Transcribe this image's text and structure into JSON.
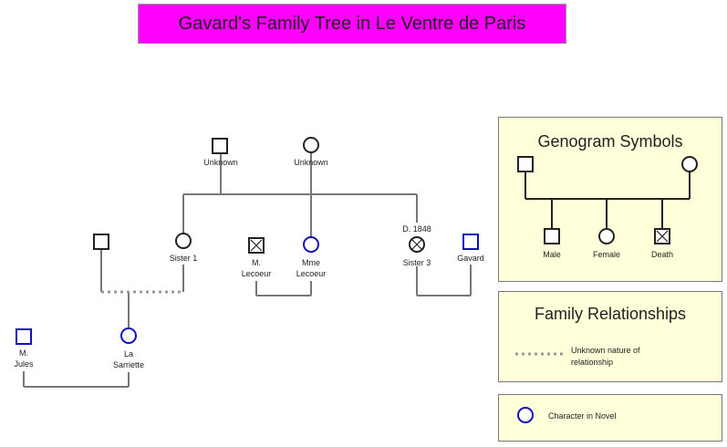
{
  "title": "Gavard's Family Tree in Le Ventre de Paris",
  "colors": {
    "title_bg": "#ff00ff",
    "panel_bg": "#ffffd9",
    "character": "#1010c0",
    "line": "#777777"
  },
  "people": {
    "gf_unknown": {
      "label": "Unknown"
    },
    "gm_unknown": {
      "label": "Unknown"
    },
    "sister1": {
      "label": "Sister 1"
    },
    "sister1_partner": {
      "label": ""
    },
    "m_lecoeur": {
      "label_1": "M.",
      "label_2": "Lecoeur"
    },
    "mme_lecoeur": {
      "label_1": "Mme",
      "label_2": "Lecoeur"
    },
    "sister3": {
      "label": "Sister 3",
      "death_note": "D. 1848"
    },
    "gavard": {
      "label": "Gavard"
    },
    "m_jules": {
      "label_1": "M.",
      "label_2": "Jules"
    },
    "la_sarriette": {
      "label_1": "La",
      "label_2": "Sarriette"
    }
  },
  "genogram_panel": {
    "title": "Genogram Symbols",
    "male_label": "Male",
    "female_label": "Female",
    "death_label": "Death"
  },
  "relationships_panel": {
    "title": "Family Relationships",
    "unknown_label_1": "Unknown nature of",
    "unknown_label_2": "relationship"
  },
  "character_panel": {
    "label": "Character in Novel"
  }
}
